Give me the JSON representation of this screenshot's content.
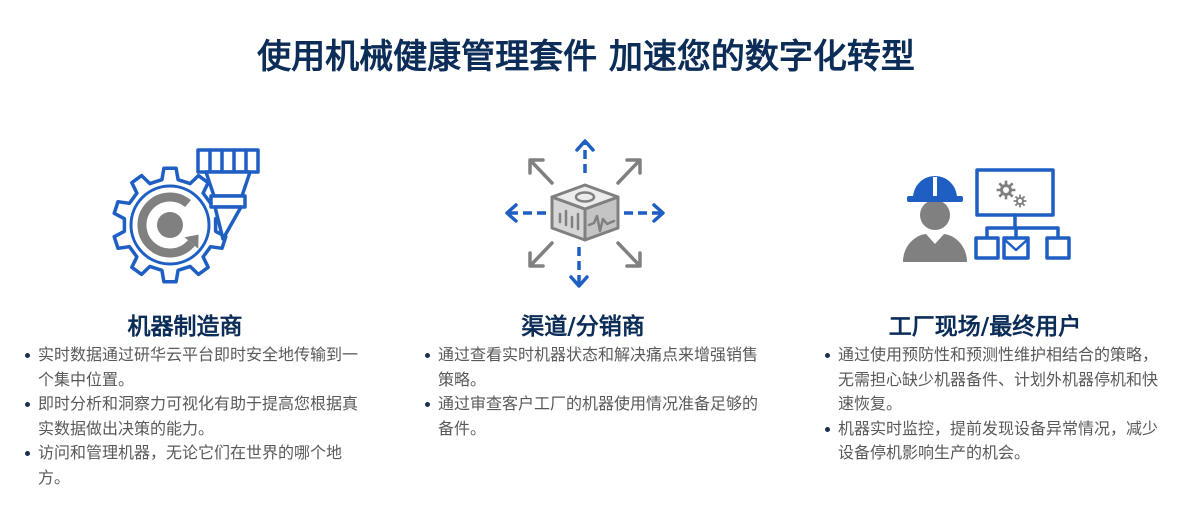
{
  "page": {
    "title": "使用机械健康管理套件 加速您的数字化转型"
  },
  "colors": {
    "heading": "#0b2d57",
    "body_text": "#595959",
    "bullet": "#1b2f4e",
    "accent_blue": "#1f5fc4",
    "icon_grey": "#808080"
  },
  "columns": [
    {
      "icon": "gear-spindle-icon",
      "heading": "机器制造商",
      "bullets": [
        "实时数据通过研华云平台即时安全地传输到一个集中位置。",
        "即时分析和洞察力可视化有助于提高您根据真实数据做出决策的能力。",
        "访问和管理机器，无论它们在世界的哪个地方。"
      ]
    },
    {
      "icon": "box-arrows-icon",
      "heading": "渠道/分销商",
      "bullets": [
        "通过查看实时机器状态和解决痛点来增强销售策略。",
        "通过审查客户工厂的机器使用情况准备足够的备件。"
      ]
    },
    {
      "icon": "worker-flowchart-icon",
      "heading": "工厂现场/最终用户",
      "bullets": [
        "通过使用预防性和预测性维护相结合的策略，无需担心缺少机器备件、计划外机器停机和快速恢复。",
        "机器实时监控，提前发现设备异常情况，减少设备停机影响生产的机会。"
      ]
    }
  ]
}
